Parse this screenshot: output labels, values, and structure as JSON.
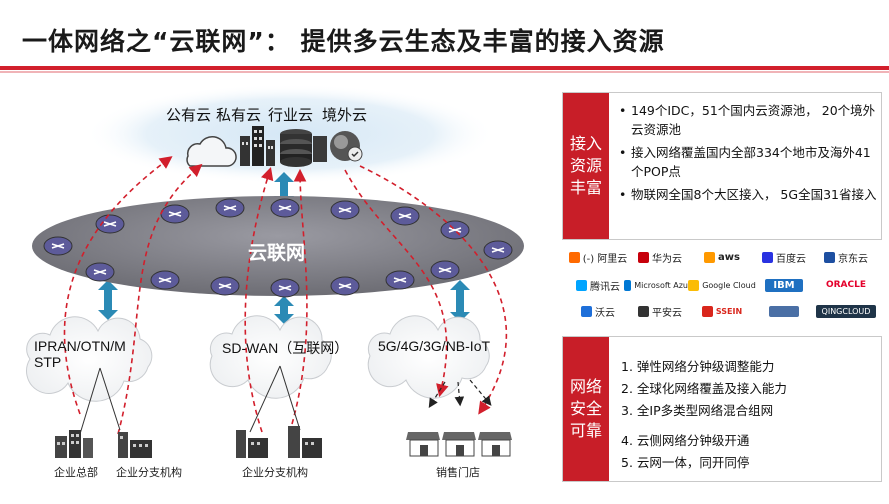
{
  "title": "一体网络之“云联网”： 提供多云生态及丰富的接入资源",
  "diagram": {
    "cloud_labels": [
      "公有云",
      "私有云",
      "行业云",
      "境外云"
    ],
    "center_label": "云联网",
    "access_labels": [
      "IPRAN/OTN/M\nSTP",
      "SD-WAN（互联网）",
      "5G/4G/3G/NB-IoT"
    ],
    "site_labels": [
      "企业总部",
      "企业分支机构",
      "企业分支机构",
      "销售门店"
    ]
  },
  "panel_access": {
    "tag": "接入\n资源\n丰富",
    "items": [
      "149个IDC，51个国内云资源池， 20个境外云资源池",
      "接入网络覆盖国内全部334个地市及海外41个POP点",
      "物联网全国8个大区接入， 5G全国31省接入"
    ]
  },
  "logos": [
    {
      "label": "(-) 阿里云",
      "color": "#ff6a00"
    },
    {
      "label": "华为云",
      "color": "#c7000b"
    },
    {
      "label": "aws",
      "color": "#232f3e"
    },
    {
      "label": "百度云",
      "color": "#2932e1"
    },
    {
      "label": "京东云",
      "color": "#1d4fa1"
    },
    {
      "label": "腾讯云",
      "color": "#00a4ff"
    },
    {
      "label": "Microsoft Azure",
      "color": "#0078d4"
    },
    {
      "label": "Google Cloud",
      "color": "#4285f4"
    },
    {
      "label": "IBM",
      "color": "#1f70c1"
    },
    {
      "label": "ORACLE",
      "color": "#e4002b"
    },
    {
      "label": "沃云",
      "color": "#1e6fd9"
    },
    {
      "label": "平安云",
      "color": "#333333"
    },
    {
      "label": "SSEIN",
      "color": "#d9261c"
    },
    {
      "label": "",
      "color": "#4a6fa5"
    },
    {
      "label": "QINGCLOUD",
      "color": "#1f3448"
    }
  ],
  "panel_security": {
    "tag": "网络\n安全\n可靠",
    "items": [
      "1.  弹性网络分钟级调整能力",
      "2.  全球化网络覆盖及接入能力",
      "3.  全IP多类型网络混合组网",
      "4.  云侧网络分钟级开通",
      "5.  云网一体，同开同停"
    ]
  },
  "colors": {
    "accent": "#c81e28",
    "ring": "#7a7a82",
    "arrow_teal": "#2b8ab5",
    "dash_red": "#d21f2c"
  }
}
